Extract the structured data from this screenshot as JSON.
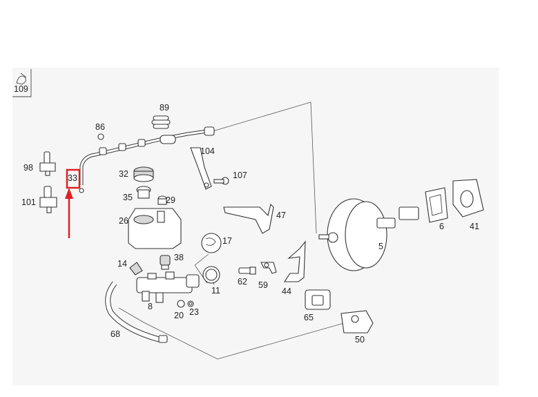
{
  "diagram": {
    "background_color": "#f6f6f6",
    "highlight_color": "#e02020",
    "highlighted_part": "33",
    "parts": [
      {
        "id": "p109",
        "label": "109"
      },
      {
        "id": "p89",
        "label": "89"
      },
      {
        "id": "p86",
        "label": "86"
      },
      {
        "id": "p98",
        "label": "98"
      },
      {
        "id": "p33",
        "label": "33"
      },
      {
        "id": "p101",
        "label": "101"
      },
      {
        "id": "p104",
        "label": "104"
      },
      {
        "id": "p32",
        "label": "32"
      },
      {
        "id": "p107",
        "label": "107"
      },
      {
        "id": "p35",
        "label": "35"
      },
      {
        "id": "p29",
        "label": "29"
      },
      {
        "id": "p26",
        "label": "26"
      },
      {
        "id": "p47",
        "label": "47"
      },
      {
        "id": "p6",
        "label": "6"
      },
      {
        "id": "p41",
        "label": "41"
      },
      {
        "id": "p17",
        "label": "17"
      },
      {
        "id": "p5",
        "label": "5"
      },
      {
        "id": "p14",
        "label": "14"
      },
      {
        "id": "p38",
        "label": "38"
      },
      {
        "id": "p62",
        "label": "62"
      },
      {
        "id": "p59",
        "label": "59"
      },
      {
        "id": "p11",
        "label": "11"
      },
      {
        "id": "p44",
        "label": "44"
      },
      {
        "id": "p8",
        "label": "8"
      },
      {
        "id": "p20",
        "label": "20"
      },
      {
        "id": "p23",
        "label": "23"
      },
      {
        "id": "p65",
        "label": "65"
      },
      {
        "id": "p68",
        "label": "68"
      },
      {
        "id": "p50",
        "label": "50"
      }
    ]
  }
}
